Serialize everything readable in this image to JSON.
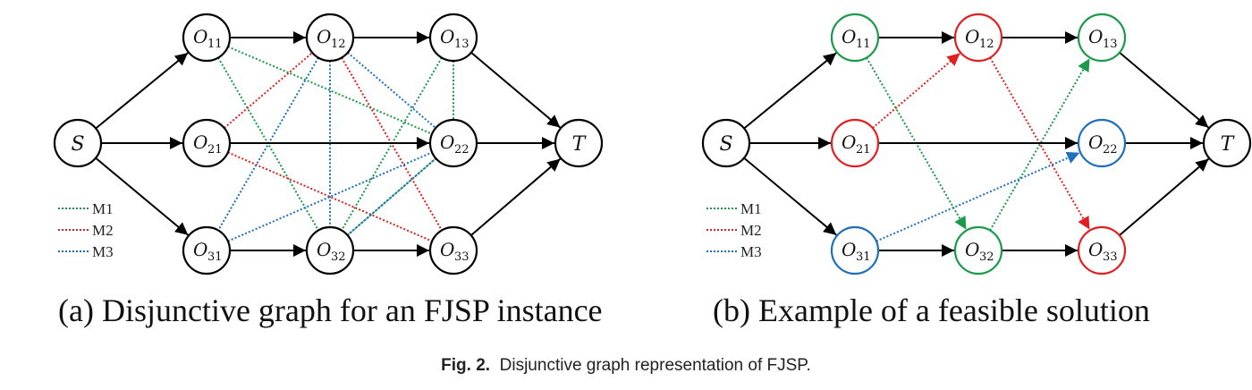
{
  "colors": {
    "M1": "#1a9a4a",
    "M2": "#e02020",
    "M3": "#1f6fbf",
    "conjunctive": "#000000"
  },
  "legend": [
    {
      "machine": "M1",
      "label": "M1"
    },
    {
      "machine": "M2",
      "label": "M2"
    },
    {
      "machine": "M3",
      "label": "M3"
    }
  ],
  "nodes": [
    {
      "id": "S",
      "label": "S",
      "sub": "",
      "kind": "source"
    },
    {
      "id": "O11",
      "label": "O",
      "sub": "11",
      "kind": "op"
    },
    {
      "id": "O12",
      "label": "O",
      "sub": "12",
      "kind": "op"
    },
    {
      "id": "O13",
      "label": "O",
      "sub": "13",
      "kind": "op"
    },
    {
      "id": "O21",
      "label": "O",
      "sub": "21",
      "kind": "op"
    },
    {
      "id": "O22",
      "label": "O",
      "sub": "22",
      "kind": "op"
    },
    {
      "id": "O31",
      "label": "O",
      "sub": "31",
      "kind": "op"
    },
    {
      "id": "O32",
      "label": "O",
      "sub": "32",
      "kind": "op"
    },
    {
      "id": "O33",
      "label": "O",
      "sub": "33",
      "kind": "op"
    },
    {
      "id": "T",
      "label": "T",
      "sub": "",
      "kind": "sink"
    }
  ],
  "conjunctive_edges": [
    [
      "S",
      "O11"
    ],
    [
      "S",
      "O21"
    ],
    [
      "S",
      "O31"
    ],
    [
      "O11",
      "O12"
    ],
    [
      "O12",
      "O13"
    ],
    [
      "O21",
      "O22"
    ],
    [
      "O31",
      "O32"
    ],
    [
      "O32",
      "O33"
    ],
    [
      "O13",
      "T"
    ],
    [
      "O22",
      "T"
    ],
    [
      "O33",
      "T"
    ]
  ],
  "graph_a": {
    "subcaption": "(a) Disjunctive graph for an FJSP instance",
    "node_machine": {},
    "disjunctive_edges": [
      {
        "machine": "M1",
        "from": "O11",
        "to": "O13"
      },
      {
        "machine": "M1",
        "from": "O11",
        "to": "O22"
      },
      {
        "machine": "M1",
        "from": "O11",
        "to": "O32"
      },
      {
        "machine": "M1",
        "from": "O13",
        "to": "O22"
      },
      {
        "machine": "M1",
        "from": "O13",
        "to": "O32"
      },
      {
        "machine": "M1",
        "from": "O22",
        "to": "O32"
      },
      {
        "machine": "M2",
        "from": "O21",
        "to": "O12"
      },
      {
        "machine": "M2",
        "from": "O21",
        "to": "O33"
      },
      {
        "machine": "M2",
        "from": "O12",
        "to": "O33"
      },
      {
        "machine": "M3",
        "from": "O12",
        "to": "O31"
      },
      {
        "machine": "M3",
        "from": "O12",
        "to": "O32"
      },
      {
        "machine": "M3",
        "from": "O12",
        "to": "O22"
      },
      {
        "machine": "M3",
        "from": "O31",
        "to": "O32"
      },
      {
        "machine": "M3",
        "from": "O31",
        "to": "O22"
      },
      {
        "machine": "M3",
        "from": "O32",
        "to": "O22"
      }
    ]
  },
  "graph_b": {
    "subcaption": "(b) Example of a feasible solution",
    "node_machine": {
      "O11": "M1",
      "O12": "M2",
      "O13": "M1",
      "O21": "M2",
      "O22": "M3",
      "O31": "M3",
      "O32": "M1",
      "O33": "M2"
    },
    "disjunctive_edges": [
      {
        "machine": "M1",
        "from": "O11",
        "to": "O32",
        "directed": true
      },
      {
        "machine": "M1",
        "from": "O32",
        "to": "O13",
        "directed": true
      },
      {
        "machine": "M2",
        "from": "O21",
        "to": "O12",
        "directed": true
      },
      {
        "machine": "M2",
        "from": "O12",
        "to": "O33",
        "directed": true
      },
      {
        "machine": "M3",
        "from": "O31",
        "to": "O22",
        "directed": true
      }
    ]
  },
  "caption": {
    "label": "Fig. 2.",
    "text": "Disjunctive graph representation of FJSP."
  }
}
